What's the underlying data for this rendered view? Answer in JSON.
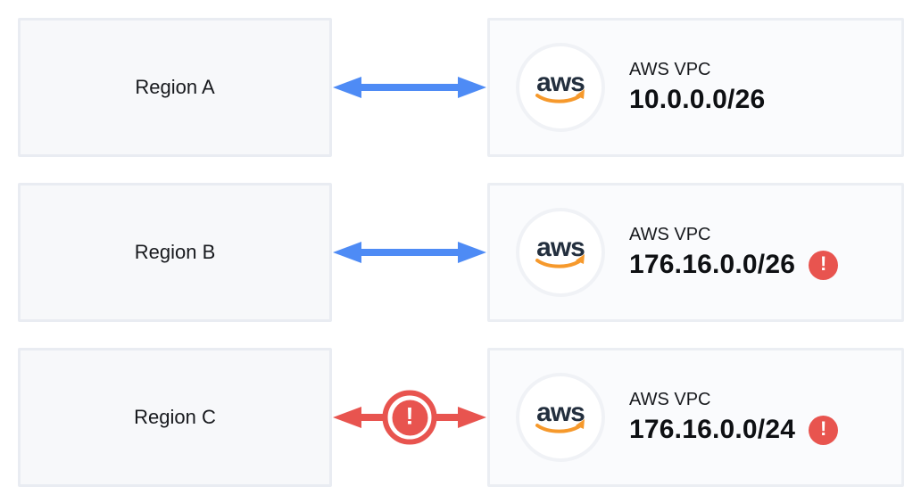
{
  "colors": {
    "link_ok": "#4e8bf5",
    "link_error": "#e8544f",
    "warning": "#e8544f",
    "aws_navy": "#232f3e",
    "aws_orange": "#f6992c",
    "box_bg": "#f7f8fa",
    "box_border": "#e9ecf2",
    "card_bg": "#fafbfd",
    "card_border": "#ebeef3",
    "text_dark": "#17191d"
  },
  "icons": {
    "warning_glyph": "!",
    "aws_logo_text": "aws",
    "link_icon_ok": "double-headed-arrow",
    "link_icon_error": "double-headed-arrow-with-warning"
  },
  "rows": [
    {
      "region": {
        "label": "Region A"
      },
      "link": {
        "status": "ok",
        "center_badge": false
      },
      "vpc": {
        "title": "AWS VPC",
        "cidr": "10.0.0.0/26",
        "warning": false
      }
    },
    {
      "region": {
        "label": "Region B"
      },
      "link": {
        "status": "ok",
        "center_badge": false
      },
      "vpc": {
        "title": "AWS VPC",
        "cidr": "176.16.0.0/26",
        "warning": true
      }
    },
    {
      "region": {
        "label": "Region C"
      },
      "link": {
        "status": "error",
        "center_badge": true
      },
      "vpc": {
        "title": "AWS VPC",
        "cidr": "176.16.0.0/24",
        "warning": true
      }
    }
  ]
}
